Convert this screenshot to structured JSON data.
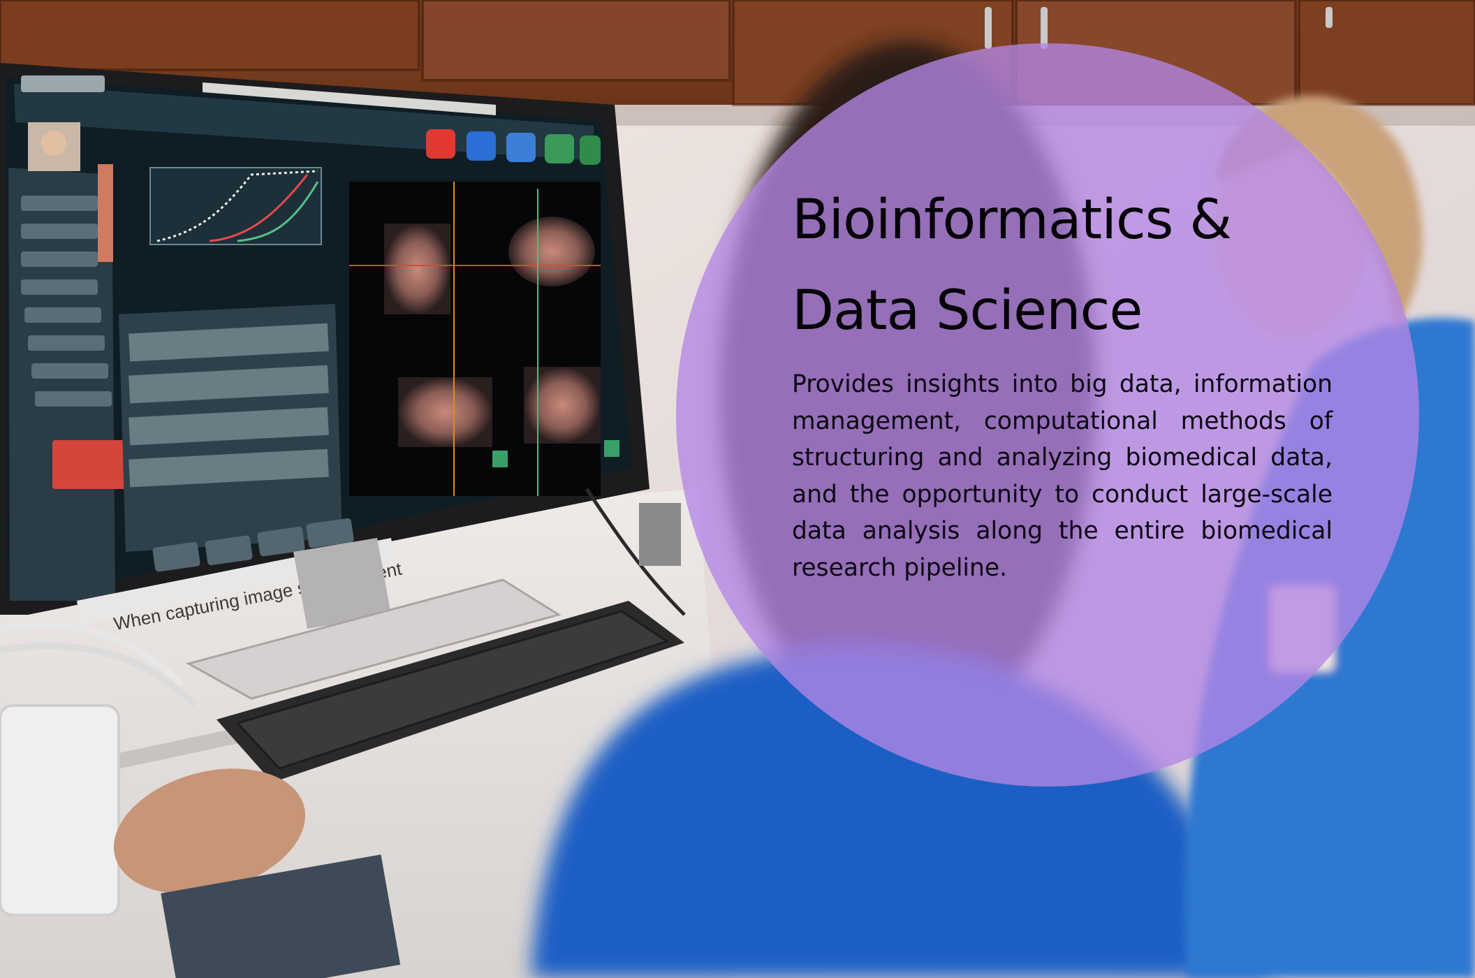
{
  "panel": {
    "title_line_1": "Bioinformatics &",
    "title_line_2": "Data Science",
    "body": "Provides insights into big data, information management, computational methods of structuring and analyzing biomedical data, and the opportunity to conduct large-scale data analysis along the entire biomedical research pipeline."
  },
  "photo": {
    "monitor_screen_caption": "When capturing image set to current"
  },
  "colors": {
    "overlay_purple": "#b487e6",
    "scrubs_blue": "#1f5fc4",
    "cabinet_wood": "#7a3e1f",
    "monitor_screen": "#0f1d24"
  }
}
